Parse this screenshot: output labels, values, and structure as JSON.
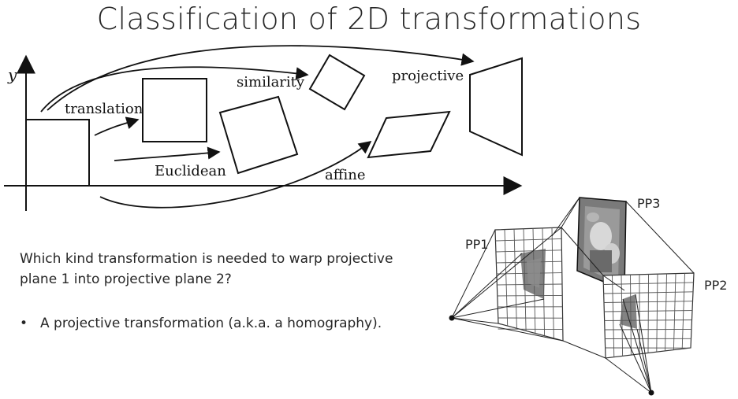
{
  "slide": {
    "title": "Classification of 2D transformations",
    "question": "Which kind transformation is needed to warp projective plane 1 into projective plane 2?",
    "bullet": "A projective transformation (a.k.a. a homography)."
  },
  "diagram": {
    "y_axis_label": "y",
    "labels": {
      "translation": "translation",
      "similarity": "similarity",
      "projective": "projective",
      "euclidean": "Euclidean",
      "affine": "affine"
    }
  },
  "planes": {
    "pp1": "PP1",
    "pp2": "PP2",
    "pp3": "PP3"
  }
}
